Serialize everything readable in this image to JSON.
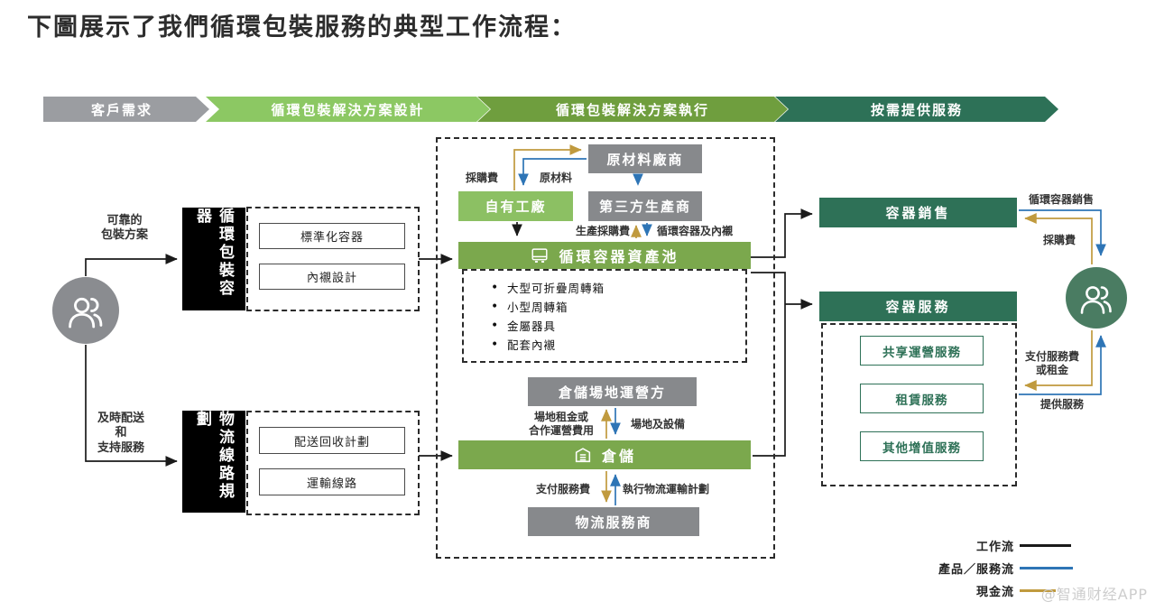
{
  "title": "下圖展示了我們循環包裝服務的典型工作流程：",
  "phases": [
    {
      "label": "客戶需求",
      "color": "#9B9DA1"
    },
    {
      "label": "循環包裝解決方案設計",
      "color": "#8CC863"
    },
    {
      "label": "循環包裝解決方案執行",
      "color": "#6F9E3E"
    },
    {
      "label": "按需提供服務",
      "color": "#2D7157"
    }
  ],
  "left": {
    "customer_label_top": "可靠的\n包裝方案",
    "customer_label_bottom": "及時配送\n和\n支持服務",
    "black_box_top": "循環包裝容器",
    "black_box_bottom": "物流線路規劃",
    "design_items_top": [
      "標準化容器",
      "內襯設計"
    ],
    "design_items_bottom": [
      "配送回收計劃",
      "運輸線路"
    ]
  },
  "center": {
    "raw_material_supplier": "原材料廠商",
    "own_factory": "自有工廠",
    "third_party_producer": "第三方生產商",
    "purchase_fee_label": "採購費",
    "raw_material_label": "原材料",
    "production_fee_label": "生產採購費",
    "container_liner_label": "循環容器及內襯",
    "asset_pool": "循環容器資產池",
    "asset_items": [
      "大型可折疊周轉箱",
      "小型周轉箱",
      "金屬器具",
      "配套內襯"
    ],
    "site_operator": "倉儲場地運營方",
    "rent_label": "場地租金或\n合作運營費用",
    "site_equipment_label": "場地及設備",
    "warehouse": "倉儲",
    "service_fee_label": "支付服務費",
    "logistics_plan_label": "執行物流運輸計劃",
    "logistics_provider": "物流服務商"
  },
  "right": {
    "container_sales": "容器銷售",
    "container_services": "容器服務",
    "sales_flow_label": "循環容器銷售",
    "purchase_fee_label": "採購費",
    "service_items": [
      "共享運營服務",
      "租賃服務",
      "其他增值服務"
    ],
    "pay_fee_label": "支付服務費\n或租金",
    "provide_service_label": "提供服務"
  },
  "legend": {
    "items": [
      {
        "label": "工作流",
        "color": "#1A1A1A"
      },
      {
        "label": "產品／服務流",
        "color": "#2E75B6"
      },
      {
        "label": "現金流",
        "color": "#C09A3E"
      }
    ]
  },
  "watermark": "@智通财经APP",
  "colors": {
    "workflow_line": "#1A1A1A",
    "product_service_line": "#2E75B6",
    "cash_line": "#C09A3E",
    "green_bar": "#7BA84D",
    "light_green_box": "#8CC063",
    "dark_green_box": "#2E7157",
    "gray_box": "#87898C",
    "customer_gray": "#8A8C90",
    "customer_green": "#4A7C62"
  }
}
